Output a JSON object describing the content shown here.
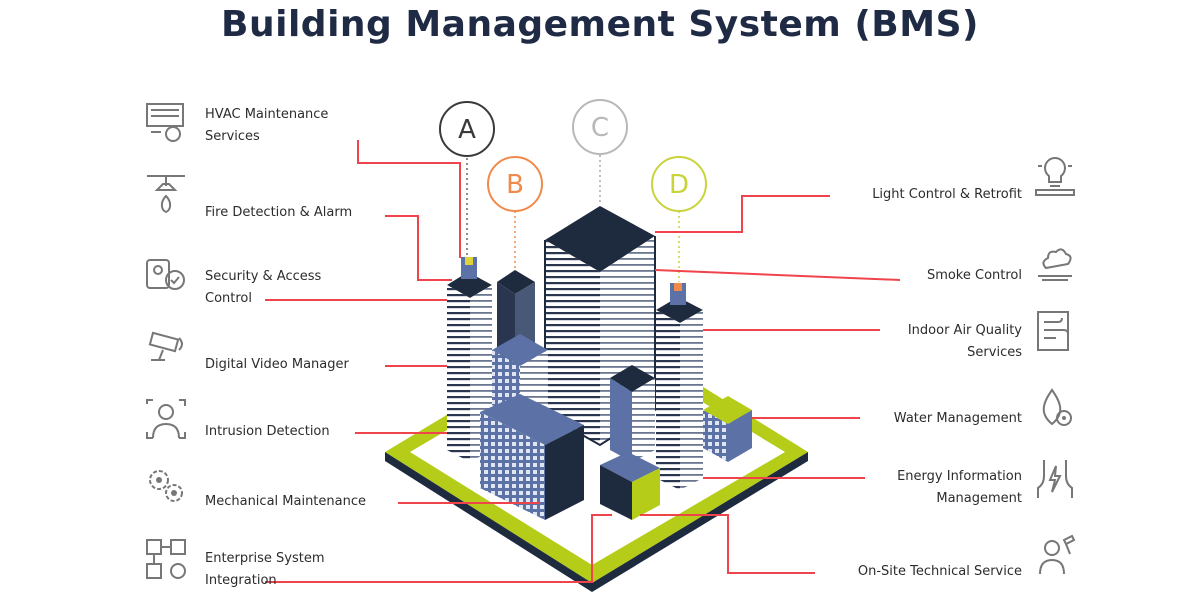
{
  "title": "Building Management System (BMS)",
  "markers": [
    "A",
    "B",
    "C",
    "D"
  ],
  "colors": {
    "title": "#1f2a44",
    "connector": "#f0444c",
    "base_green": "#b5cc18",
    "building_dark": "#1e2a3e",
    "building_blue": "#5c72a6",
    "marker_a": "#3a3a3a",
    "marker_b": "#f08a4b",
    "marker_c": "#b8b8b8",
    "marker_d": "#c8d43a"
  },
  "left_services": [
    {
      "label": "HVAC Maintenance Services",
      "line1": "HVAC Maintenance",
      "line2": "Services",
      "icon": "hvac-icon"
    },
    {
      "label": "Fire Detection & Alarm",
      "line1": "Fire Detection & Alarm",
      "line2": "",
      "icon": "fire-sprinkler-icon"
    },
    {
      "label": "Security & Access Control",
      "line1": "Security & Access",
      "line2": "Control",
      "icon": "security-access-icon"
    },
    {
      "label": "Digital Video Manager",
      "line1": "Digital Video Manager",
      "line2": "",
      "icon": "cctv-camera-icon"
    },
    {
      "label": "Intrusion Detection",
      "line1": "Intrusion Detection",
      "line2": "",
      "icon": "intrusion-person-icon"
    },
    {
      "label": "Mechanical Maintenance",
      "line1": "Mechanical Maintenance",
      "line2": "",
      "icon": "gears-icon"
    },
    {
      "label": "Enterprise System Integration",
      "line1": "Enterprise System",
      "line2": "Integration",
      "icon": "integration-icon"
    }
  ],
  "right_services": [
    {
      "label": "Light Control & Retrofit",
      "line1": "Light Control & Retrofit",
      "line2": "",
      "icon": "light-bulb-icon"
    },
    {
      "label": "Smoke Control",
      "line1": "Smoke Control",
      "line2": "",
      "icon": "smoke-icon"
    },
    {
      "label": "Indoor Air Quality Services",
      "line1": "Indoor Air Quality",
      "line2": "Services",
      "icon": "air-quality-icon"
    },
    {
      "label": "Water Management",
      "line1": "Water Management",
      "line2": "",
      "icon": "water-drop-icon"
    },
    {
      "label": "Energy Information Management",
      "line1": "Energy Information",
      "line2": "Management",
      "icon": "energy-icon"
    },
    {
      "label": "On-Site Technical Service",
      "line1": "On-Site Technical Service",
      "line2": "",
      "icon": "technician-icon"
    }
  ]
}
